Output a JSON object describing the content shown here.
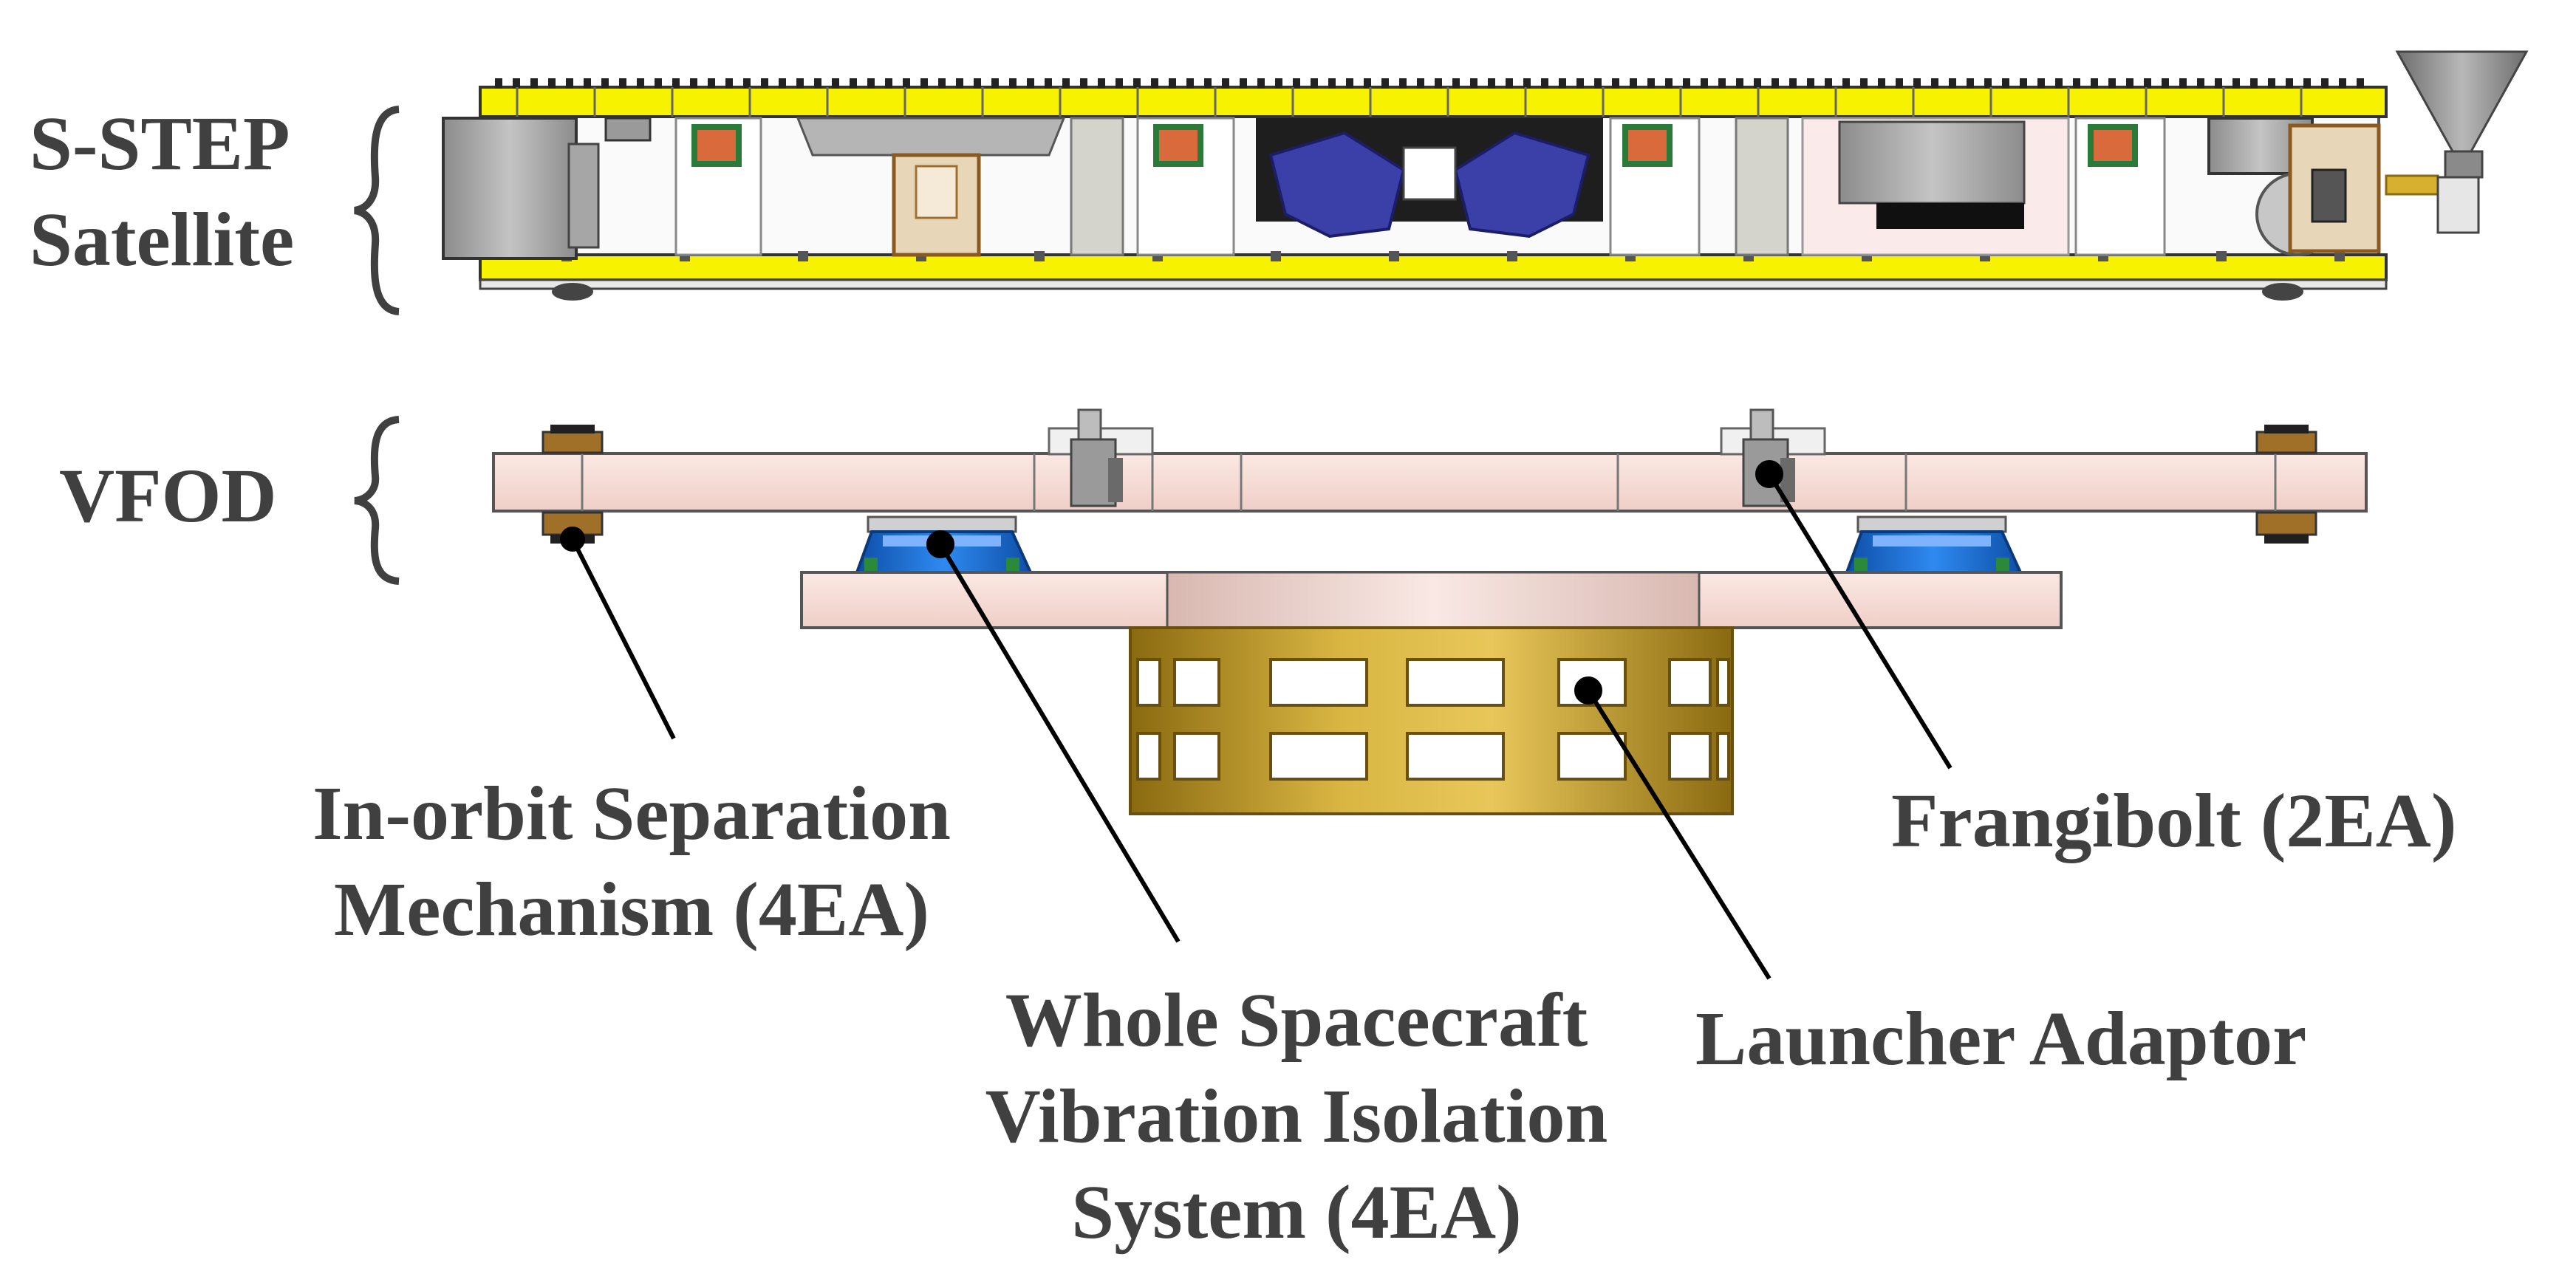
{
  "group_labels": {
    "satellite": [
      "S-STEP",
      "Satellite"
    ],
    "vfod": "VFOD"
  },
  "callouts": {
    "separation": [
      "In-orbit Separation",
      "Mechanism (4EA)"
    ],
    "isolation": [
      "Whole Spacecraft",
      "Vibration Isolation",
      "System (4EA)"
    ],
    "adaptor": "Launcher Adaptor",
    "frangibolt": "Frangibolt (2EA)"
  },
  "colors": {
    "text": "#404040",
    "frame_yellow": "#f7f200",
    "vfod_plate": "#f6dcd6",
    "isolator_blue": "#1f6fd8",
    "adaptor_gold": "#c9a227",
    "equipment_purple": "#3b3fa8",
    "horn_gray": "#9a9a9a"
  }
}
